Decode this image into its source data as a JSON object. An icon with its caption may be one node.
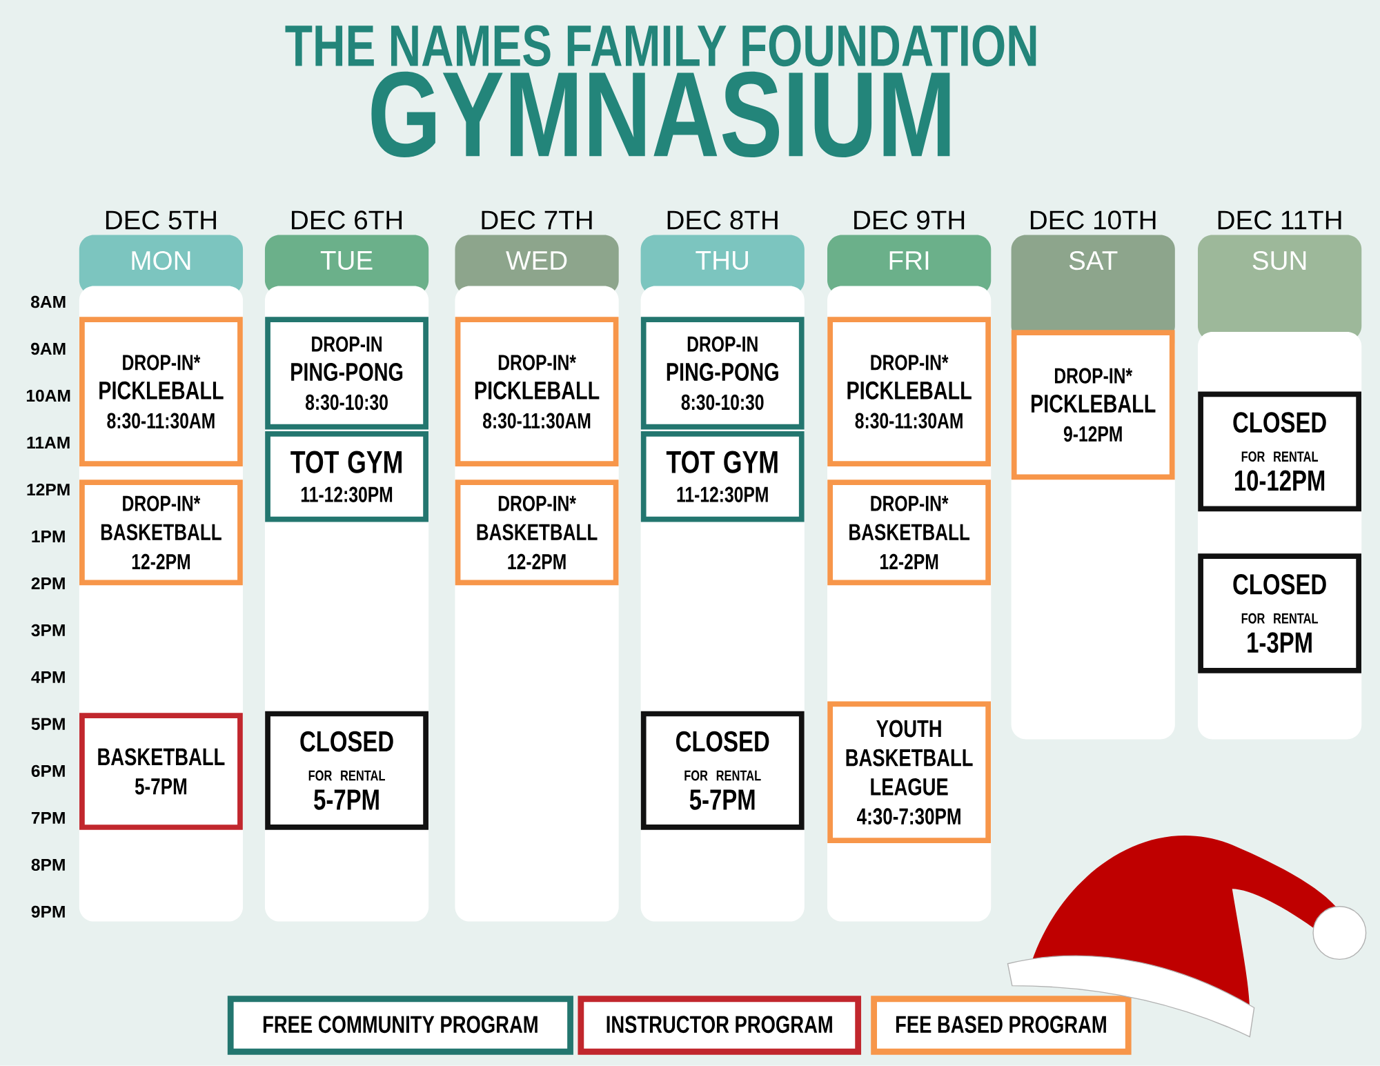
{
  "diagram": {
    "title": "THE NAMES FAMILY FOUNDATION",
    "nodes": [
      {
        "text": [
          "DEC 5TH",
          "MON"
        ]
      },
      {
        "text": [
          "DEC 6TH",
          "TUE"
        ]
      },
      {
        "text": [
          "DEC 7TH",
          "WED"
        ]
      },
      {
        "text": [
          "DEC 8TH",
          "THU"
        ]
      },
      {
        "text": [
          "DEC 9TH",
          "FRI"
        ]
      },
      {
        "text": [
          "DEC 10TH",
          "SAT"
        ]
      },
      {
        "text": [
          "DEC 11TH",
          "SUN"
        ]
      },
      {
        "text": [
          "DROP-IN*",
          "PICKLEBALL",
          "8:30-11:30AM"
        ],
        "in": 0
      },
      {
        "text": [
          "DROP-IN*",
          "BASKETBALL",
          "12-2PM"
        ],
        "in": 0
      },
      {
        "text": [
          "BASKETBALL",
          "5-7PM"
        ],
        "in": 0
      },
      {
        "text": [
          "DROP-IN",
          "PING-PONG",
          "8:30-10:30"
        ],
        "in": 1
      },
      {
        "text": [
          "TOT GYM",
          "11-12:30PM"
        ],
        "in": 1
      },
      {
        "text": [
          "CLOSED",
          "FOR RENTAL",
          "5-7PM"
        ],
        "in": 1
      },
      {
        "text": [
          "DROP-IN*",
          "PICKLEBALL",
          "8:30-11:30AM"
        ],
        "in": 2
      },
      {
        "text": [
          "DROP-IN*",
          "BASKETBALL",
          "12-2PM"
        ],
        "in": 2
      },
      {
        "text": [
          "DROP-IN",
          "PING-PONG",
          "8:30-10:30"
        ],
        "in": 3
      },
      {
        "text": [
          "TOT GYM",
          "11-12:30PM"
        ],
        "in": 3
      },
      {
        "text": [
          "CLOSED",
          "FOR RENTAL",
          "5-7PM"
        ],
        "in": 3
      },
      {
        "text": [
          "DROP-IN*",
          "PICKLEBALL",
          "8:30-11:30AM"
        ],
        "in": 4
      },
      {
        "text": [
          "DROP-IN*",
          "BASKETBALL",
          "12-2PM"
        ],
        "in": 4
      },
      {
        "text": [
          "YOUTH BASKETBALL LEAGUE",
          "4:30-7:30PM"
        ],
        "in": 4
      },
      {
        "text": [
          "DROP-IN*",
          "PICKLEBALL",
          "9-12PM"
        ],
        "in": 5
      },
      {
        "text": [
          "CLOSED",
          "FOR RENTAL",
          "10-12PM"
        ],
        "in": 6
      },
      {
        "text": [
          "CLOSED",
          "FOR RENTAL",
          "1-3PM"
        ],
        "in": 6
      }
    ],
    "labels": [
      "GYMNASIUM",
      "8AM",
      "9AM",
      "10AM",
      "11AM",
      "12PM",
      "1PM",
      "2PM",
      "3PM",
      "4PM",
      "5PM",
      "6PM",
      "7PM",
      "8PM",
      "9PM"
    ],
    "legend": [
      {
        "text": "FREE COMMUNITY PROGRAM",
        "color": "#23766f"
      },
      {
        "text": "INSTRUCTOR PROGRAM",
        "color": "#c1272d"
      },
      {
        "text": "FEE BASED PROGRAM",
        "color": "#f7964a"
      }
    ]
  }
}
